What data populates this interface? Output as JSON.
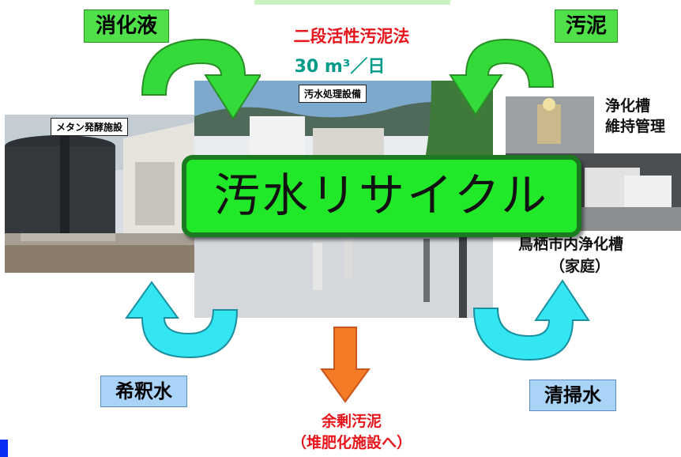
{
  "labels": {
    "top_left": "消化液",
    "top_right": "汚泥",
    "bottom_left": "希釈水",
    "bottom_right": "清掃水"
  },
  "process": {
    "title": "二段活性汚泥法",
    "capacity": "30 m³／日",
    "surplus_line1": "余剰汚泥",
    "surplus_line2": "（堆肥化施設へ）"
  },
  "photos": {
    "methane": "メタン発酵施設",
    "sewage": "汚水処理設備"
  },
  "right_text": {
    "maintenance_line1": "浄化槽",
    "maintenance_line2": "維持管理",
    "city_line1": "鳥栖市内浄化槽",
    "city_line2": "（家庭）"
  },
  "banner": "汚水リサイクル",
  "colors": {
    "green_arrow": "#34d93a",
    "cyan_arrow": "#33e6f2",
    "orange_arrow": "#f57a26",
    "banner_bg": "#22e82a"
  }
}
